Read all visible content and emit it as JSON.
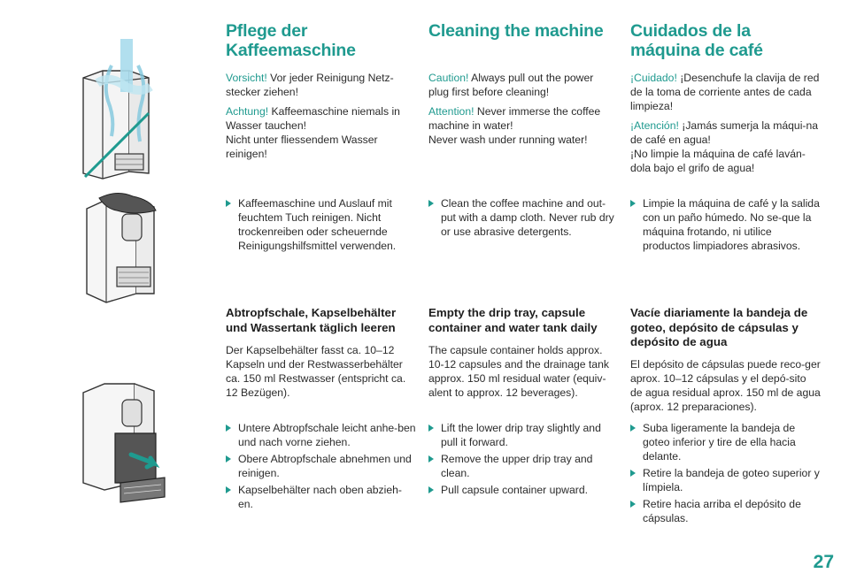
{
  "page": {
    "number": "27"
  },
  "colors": {
    "accent": "#1f9a8f",
    "text": "#2b2b2b"
  },
  "illustrations": [
    {
      "name": "machine-under-water-crossed-out-illustration"
    },
    {
      "name": "machine-cleaning-with-cloth-illustration"
    },
    {
      "name": "machine-drip-tray-removal-illustration"
    }
  ],
  "de": {
    "title_line1": "Pflege der",
    "title_line2": "Kaffeemaschine",
    "caution_label": "Vorsicht!",
    "caution_text": " Vor jeder Reinigung Netz-stecker ziehen!",
    "attention_label": "Achtung!",
    "attention_text": " Kaffeemaschine niemals in Wasser tauchen!",
    "attention_text2": "Nicht unter fliessendem Wasser reinigen!",
    "clean_steps": [
      "Kaffeemaschine und Auslauf mit feuchtem Tuch reinigen. Nicht trockenreiben oder scheuernde Reinigungshilfsmittel verwenden."
    ],
    "section_title": "Abtropfschale, Kapselbehälter und Wassertank täglich leeren",
    "section_desc": "Der Kapselbehälter fasst ca. 10–12 Kapseln und der Restwasserbehälter ca. 150 ml Restwasser (entspricht ca. 12 Bezügen).",
    "empty_steps": [
      "Untere Abtropfschale leicht anhe-ben und nach vorne ziehen.",
      "Obere Abtropfschale abnehmen und reinigen.",
      "Kapselbehälter nach oben abzieh-en."
    ]
  },
  "en": {
    "title_line1": "Cleaning the machine",
    "caution_label": "Caution!",
    "caution_text": " Always pull out the power plug first before cleaning!",
    "attention_label": "Attention!",
    "attention_text": " Never immerse the coffee machine in water!",
    "attention_text2": "Never wash under running water!",
    "clean_steps": [
      "Clean the coffee machine and out-put with a damp cloth. Never rub dry or use abrasive detergents."
    ],
    "section_title": "Empty the drip tray, capsule container and water tank daily",
    "section_desc": "The capsule container holds approx. 10-12 capsules and the drainage tank approx. 150 ml residual water (equiv-alent to approx. 12 beverages).",
    "empty_steps": [
      "Lift the lower drip tray slightly and pull it forward.",
      "Remove the upper drip tray and clean.",
      "Pull capsule container upward."
    ]
  },
  "es": {
    "title_line1": "Cuidados de la",
    "title_line2": "máquina de café",
    "caution_label": "¡Cuidado!",
    "caution_text": " ¡Desenchufe la clavija de red de la toma de corriente antes de cada limpieza!",
    "attention_label": "¡Atención!",
    "attention_text": " ¡Jamás sumerja la máqui-na de café en agua!",
    "attention_text2": "¡No limpie la máquina de café laván-dola bajo el grifo de agua!",
    "clean_steps": [
      "Limpie la máquina de café y la salida con un paño húmedo. No se-que la máquina frotando, ni utilice productos limpiadores abrasivos."
    ],
    "section_title": "Vacíe diariamente la bandeja de goteo, depósito de cápsulas y depósito de agua",
    "section_desc": "El depósito de cápsulas puede reco-ger aprox. 10–12 cápsulas y el depó-sito de agua residual aprox. 150 ml de agua (aprox. 12 preparaciones).",
    "empty_steps": [
      "Suba ligeramente la bandeja de goteo inferior y tire de ella hacia delante.",
      "Retire la bandeja de goteo superior y límpiela.",
      "Retire hacia arriba el depósito de cápsulas."
    ]
  }
}
